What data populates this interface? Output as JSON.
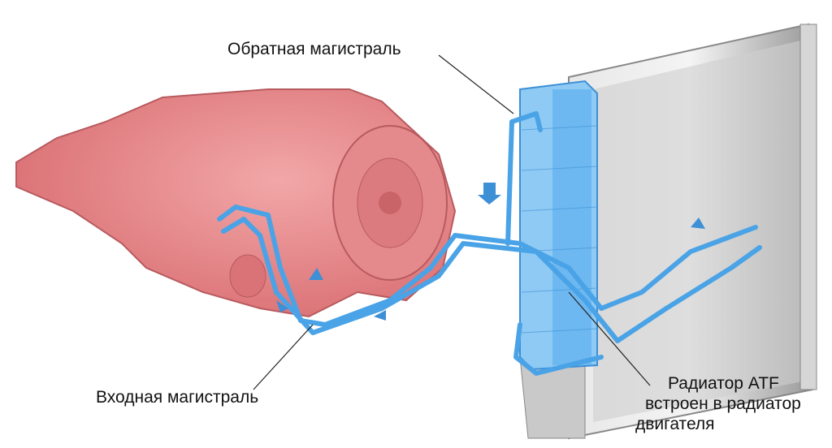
{
  "labels": {
    "return_line": "Обратная магистраль",
    "supply_line": "Входная магистраль",
    "atf_cooler_line1": "Радиатор ATF",
    "atf_cooler_line2": "встроен в радиатор",
    "atf_cooler_line3": "двигателя"
  },
  "colors": {
    "transmission": "#e8878a",
    "pipe": "#4aa3e6",
    "cooler": "#6cb9f0",
    "radiator": "#b8b8b8"
  }
}
